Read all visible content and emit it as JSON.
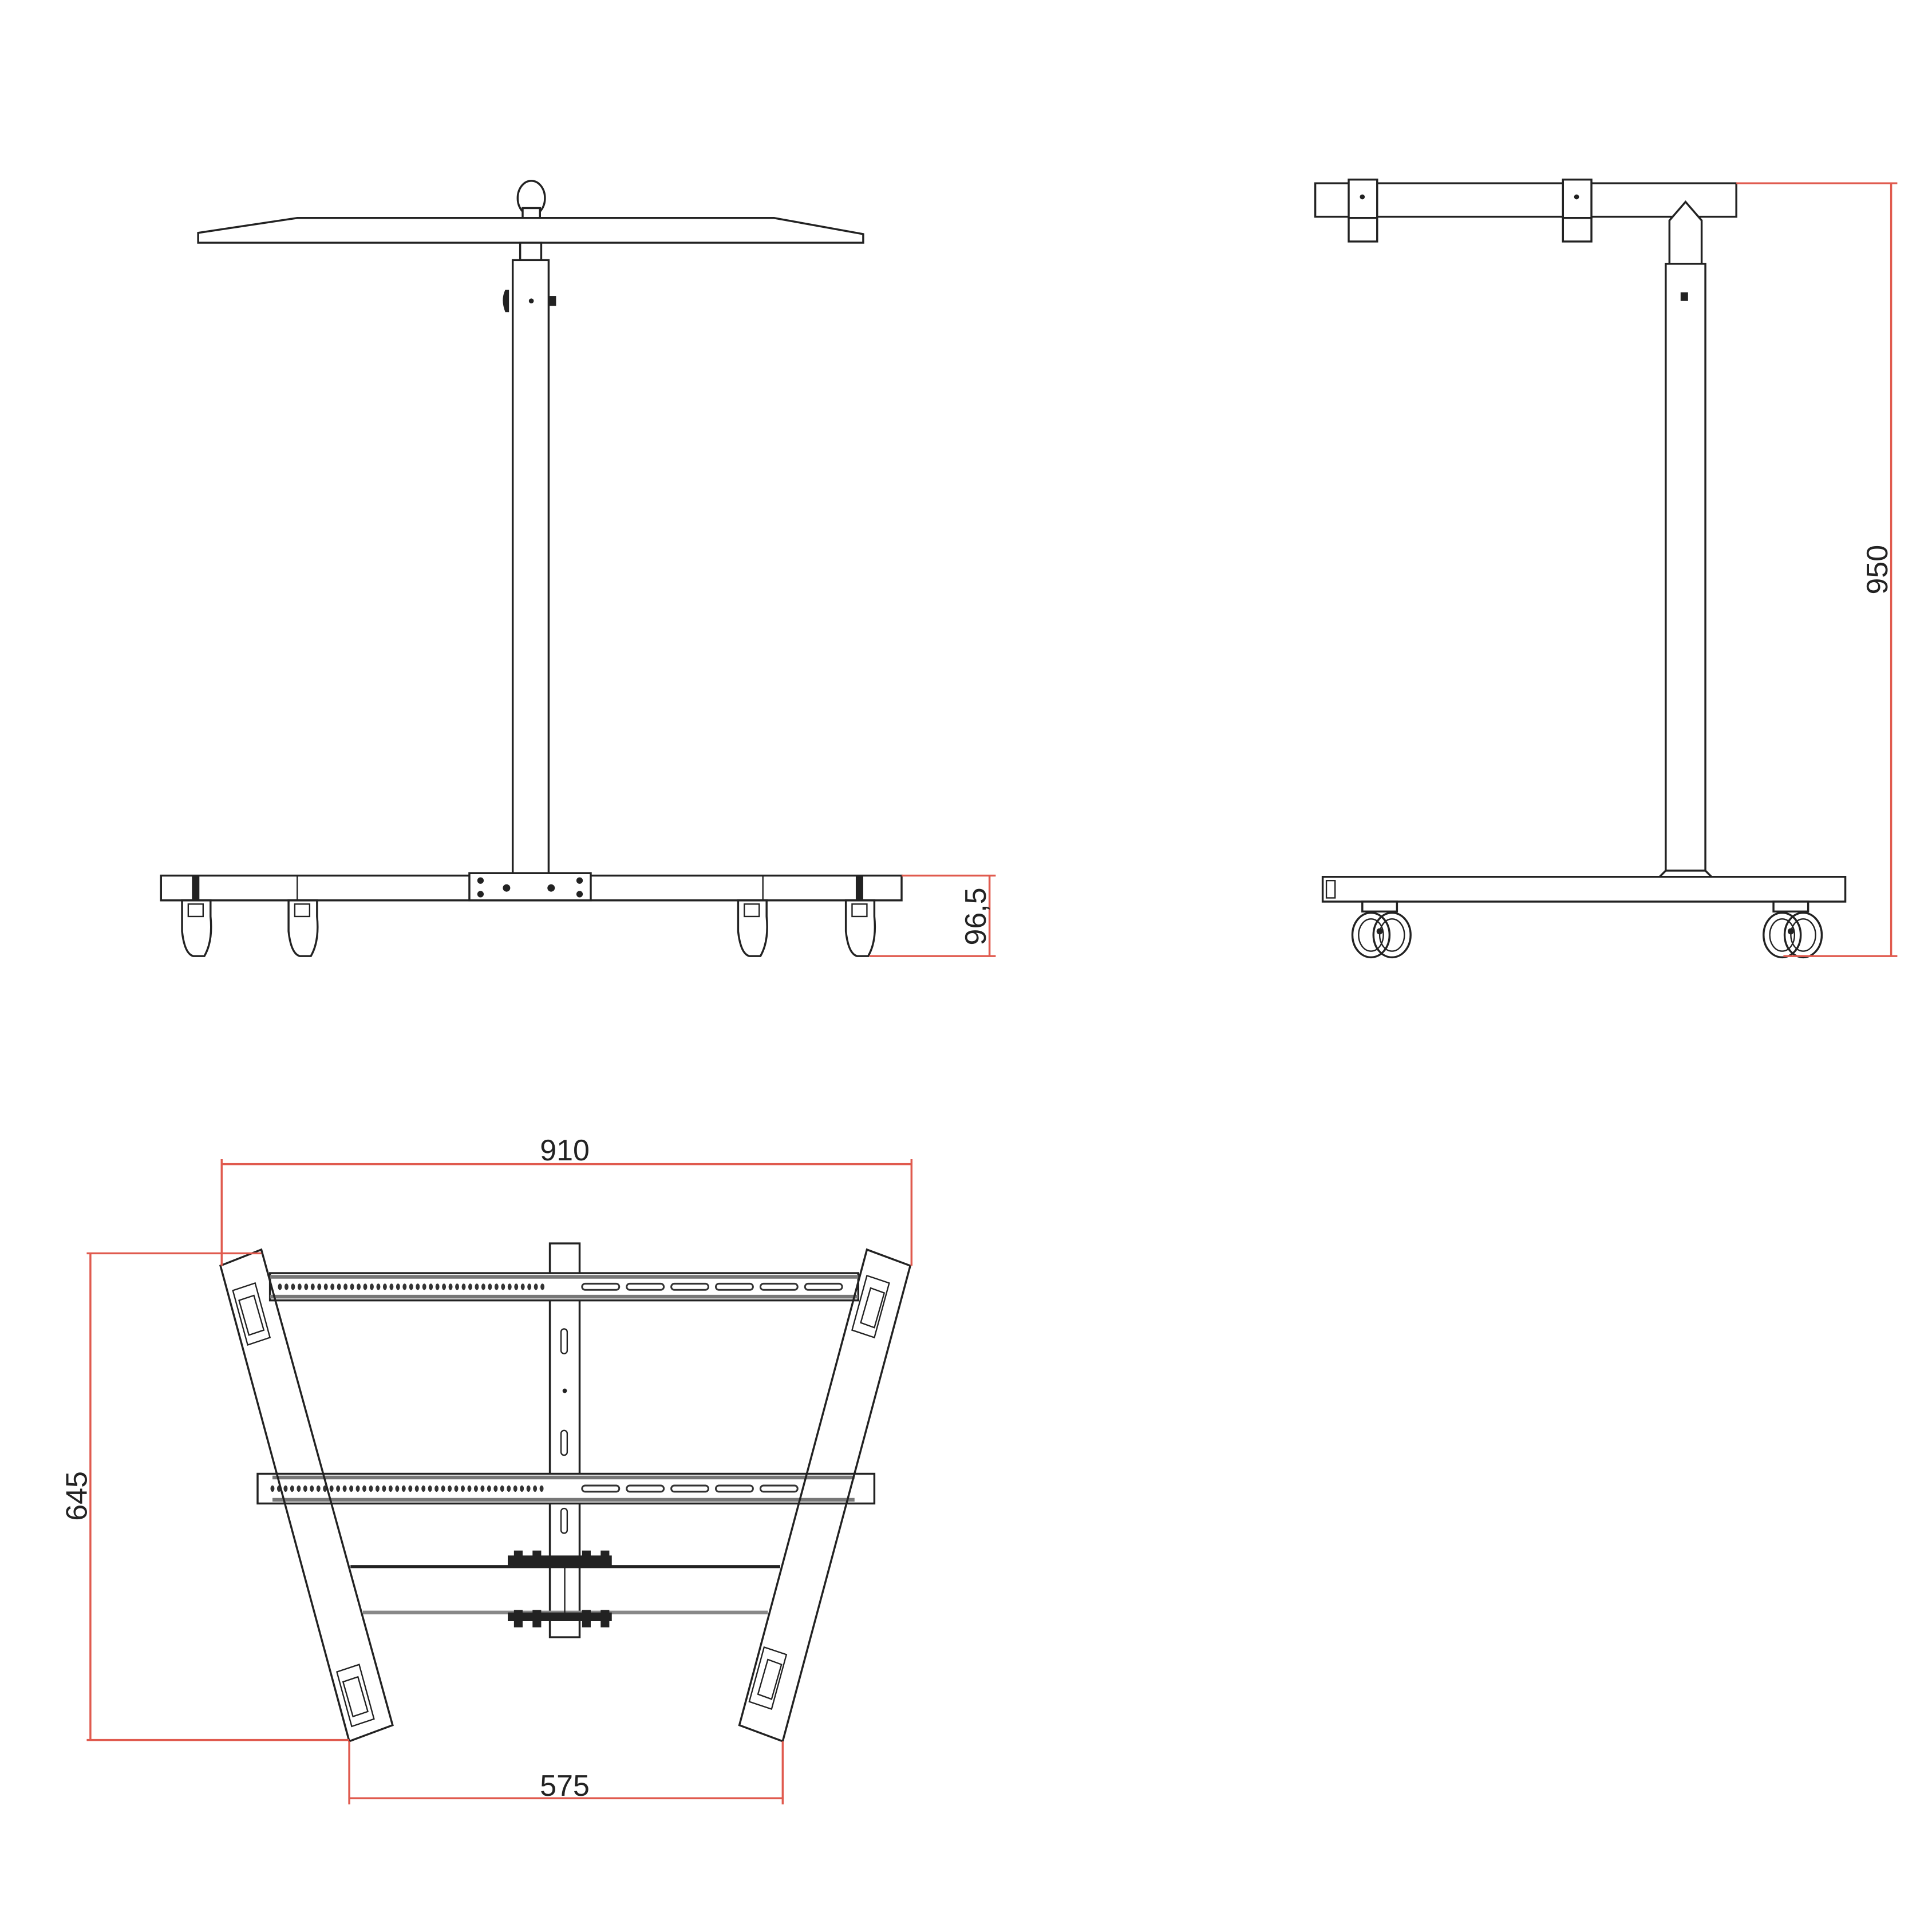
{
  "drawing": {
    "title": "Mobile TV stand - technical drawing",
    "colors": {
      "line": "#222222",
      "dimension": "#e05a4e",
      "background": "#ffffff"
    },
    "views": {
      "front": {
        "name": "front-view",
        "dimensions": {
          "caster_height": "96,5"
        }
      },
      "side": {
        "name": "side-view",
        "dimensions": {
          "total_height": "950"
        }
      },
      "plan": {
        "name": "plan-view",
        "dimensions": {
          "top_width": "910",
          "depth": "645",
          "bottom_width": "575"
        }
      }
    }
  }
}
